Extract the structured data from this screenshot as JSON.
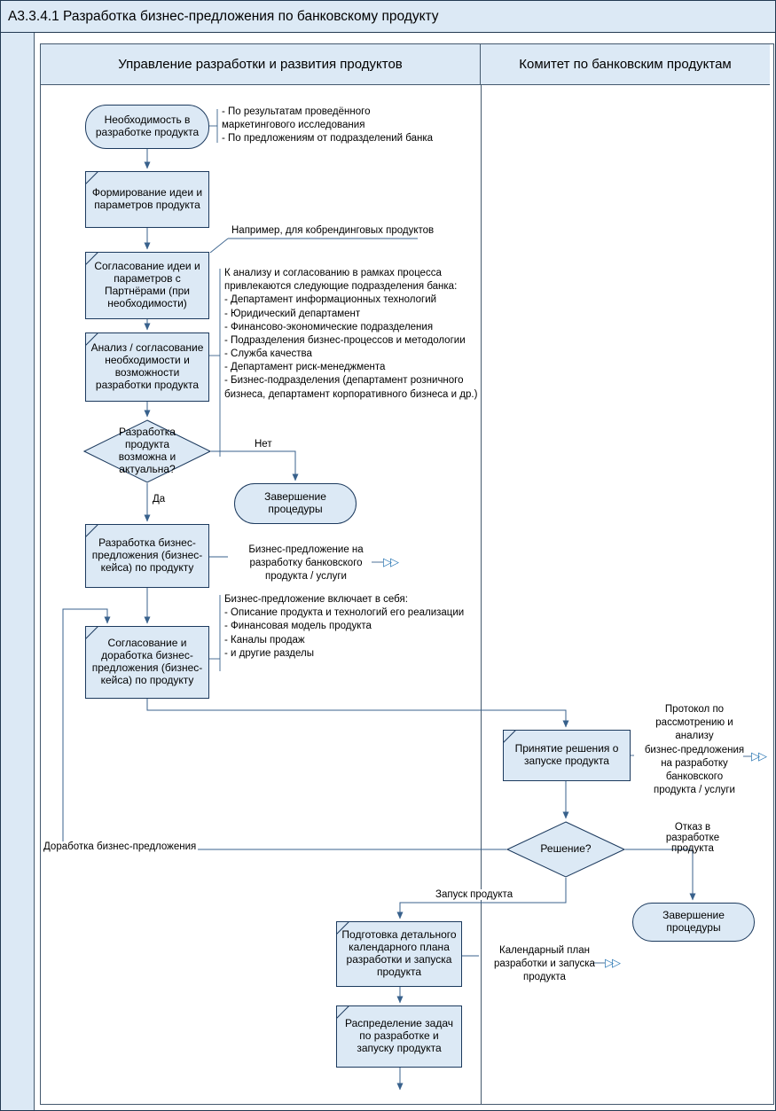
{
  "title": "А3.3.4.1 Разработка бизнес-предложения по банковскому продукту",
  "lanes": {
    "left": "Управление разработки и развития продуктов",
    "right": "Комитет по банковским продуктам"
  },
  "nodes": {
    "start": "Необходимость в разработке продукта",
    "form_idea": "Формирование идеи и параметров продукта",
    "align_partners": "Согласование идеи и параметров с Партнёрами (при необходимости)",
    "analyze": "Анализ / согласование необходимости и возможности разработки продукта",
    "decision_feasible": "Разработка продукта возможна и актуальна?",
    "end_top": "Завершение процедуры",
    "develop_proposal": "Разработка бизнес-предложения (бизнес-кейса) по продукту",
    "align_proposal": "Согласование и доработка бизнес-предложения (бизнес-кейса) по продукту",
    "decide_launch": "Принятие решения о запуске продукта",
    "decision_result": "Решение?",
    "end_right": "Завершение процедуры",
    "prepare_plan": "Подготовка детального календарного плана разработки и запуска продукта",
    "distribute_tasks": "Распределение задач по разработке и запуску продукта"
  },
  "edge_labels": {
    "no": "Нет",
    "yes": "Да",
    "rework": "Доработка бизнес-предложения",
    "reject": "Отказ в\nразработке\nпродукта",
    "launch": "Запуск продукта"
  },
  "annotations": {
    "research": "- По результатам проведённого\nмаркетингового исследования\n- По предложениям от подразделений банка",
    "cobranding": "Например, для кобрендинговых продуктов",
    "departments": "К анализу и согласованию в рамках процесса привлекаются следующие подразделения банка:\n- Департамент информационных технологий\n- Юридический департамент\n- Финансово-экономические подразделения\n- Подразделения бизнес-процессов и методологии\n- Служба качества\n- Департамент риск-менеджмента\n- Бизнес-подразделения (департамент розничного бизнеса, департамент корпоративного бизнеса и др.)",
    "proposal_output": "Бизнес-предложение на\nразработку банковского\nпродукта / услуги",
    "proposal_contents": "Бизнес-предложение включает в себя:\n- Описание продукта и технологий его реализации\n- Финансовая модель продукта\n- Каналы продаж\n- и другие разделы",
    "protocol_output": "Протокол по\nрассмотрению и\nанализу\nбизнес-предложения\nна разработку\nбанковского\nпродукта / услуги",
    "calendar_output": "Календарный план\nразработки и запуска\nпродукта"
  },
  "icons": {
    "output_arrow": "▷▷"
  },
  "colors": {
    "node_fill": "#dce9f5",
    "node_border": "#1c3a5e",
    "arrow": "#38618c",
    "output_arrow": "#2e79b5",
    "header_fill": "#dce9f5"
  }
}
